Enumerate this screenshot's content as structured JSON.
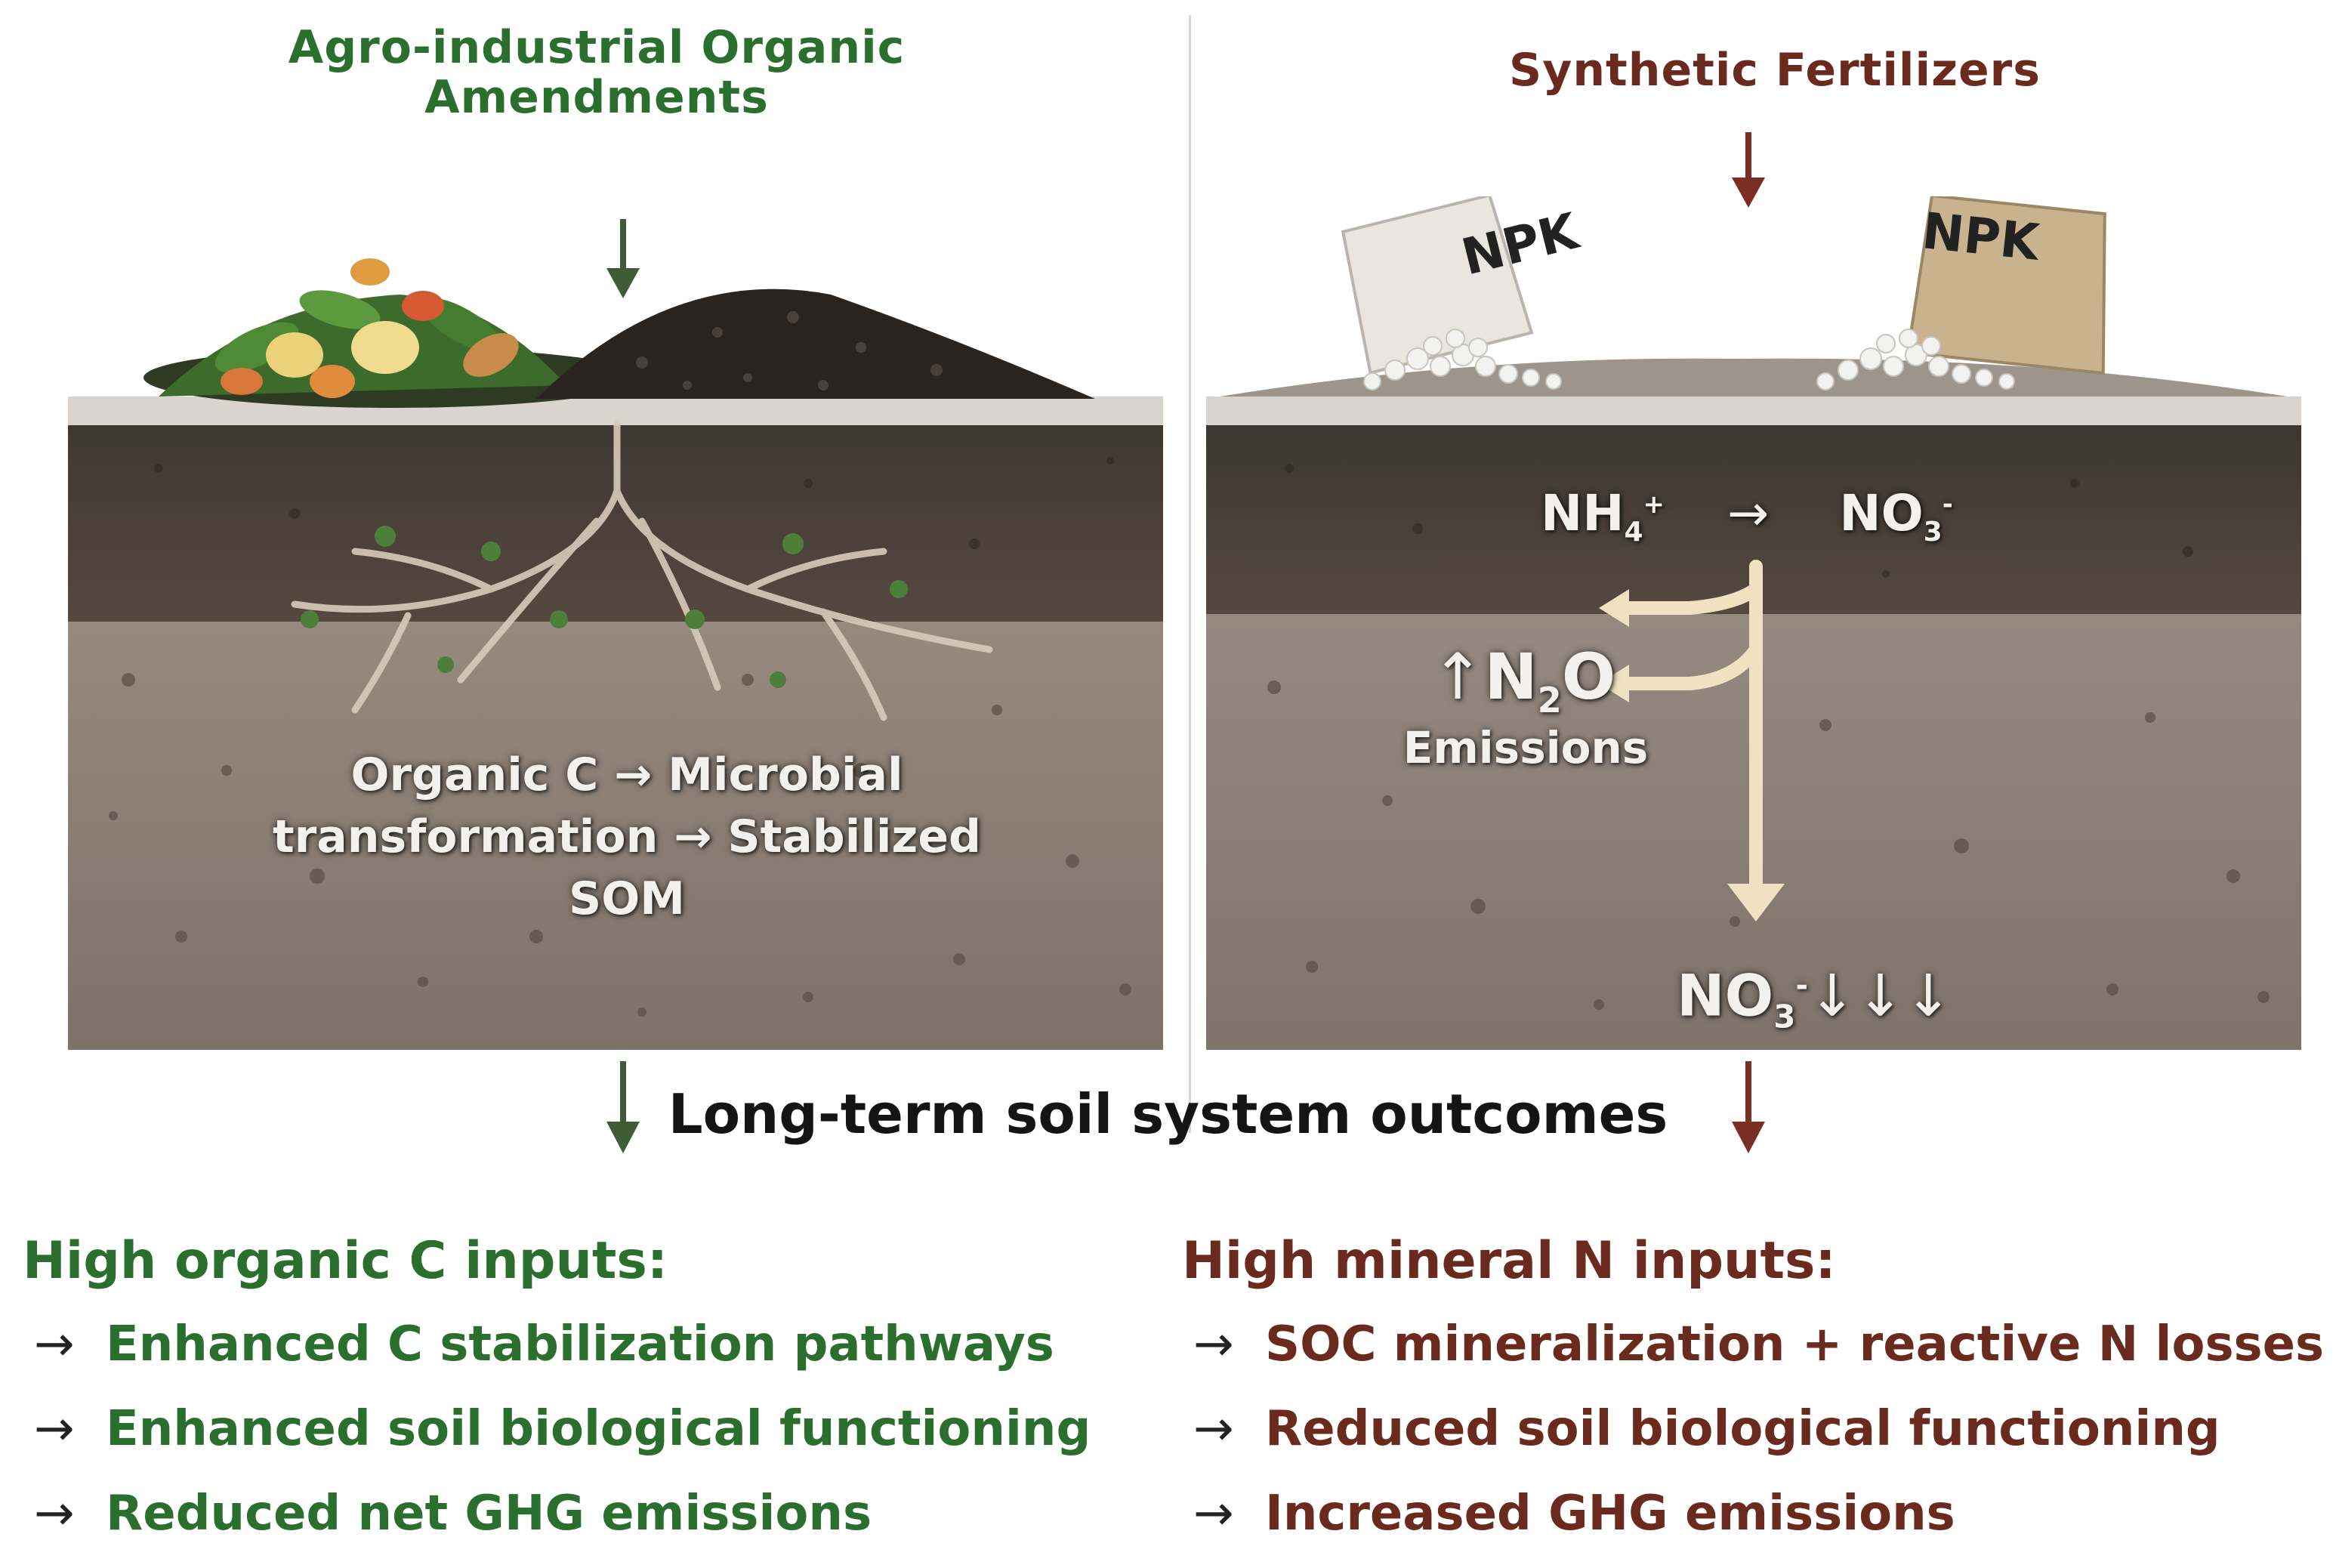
{
  "colors": {
    "organic_green": "#2b6f2f",
    "synthetic_brown": "#6a2a1e",
    "arrow_green": "#3f5c36",
    "arrow_red": "#7a2e24",
    "topsoil": "#4a4139",
    "subsoil": "#8a7f73",
    "pale_arrow": "#efe1c2"
  },
  "left_panel": {
    "title_line1": "Agro-industrial Organic",
    "title_line2": "Amendments",
    "process_line1": "Organic C → Microbial",
    "process_line2": "transformation → Stabilized",
    "process_line3": "SOM"
  },
  "right_panel": {
    "title": "Synthetic Fertilizers",
    "bag1_label": "NPK",
    "bag2_label": "NPK",
    "nh4": "NH",
    "nh4_sub": "4",
    "nh4_sup": "+",
    "conversion_arrow": "→",
    "no3": "NO",
    "no3_sub": "3",
    "no3_sup": "-",
    "n2o_up_arrow": "↑",
    "n2o": "N",
    "n2o_sub": "2",
    "n2o_tail": "O",
    "emissions": "Emissions",
    "leach_no3": "NO",
    "leach_sub": "3",
    "leach_sup": "-",
    "leach_arrows": "↓↓↓"
  },
  "outcomes_title": "Long-term soil system outcomes",
  "left_outcomes": {
    "heading": "High organic C inputs:",
    "arrow": "→",
    "items": [
      "Enhanced C stabilization pathways",
      "Enhanced soil biological functioning",
      "Reduced net GHG emissions"
    ]
  },
  "right_outcomes": {
    "heading": "High mineral N inputs:",
    "arrow": "→",
    "items": [
      "SOC mineralization + reactive N losses",
      "Reduced soil biological functioning",
      "Increased GHG emissions"
    ]
  }
}
